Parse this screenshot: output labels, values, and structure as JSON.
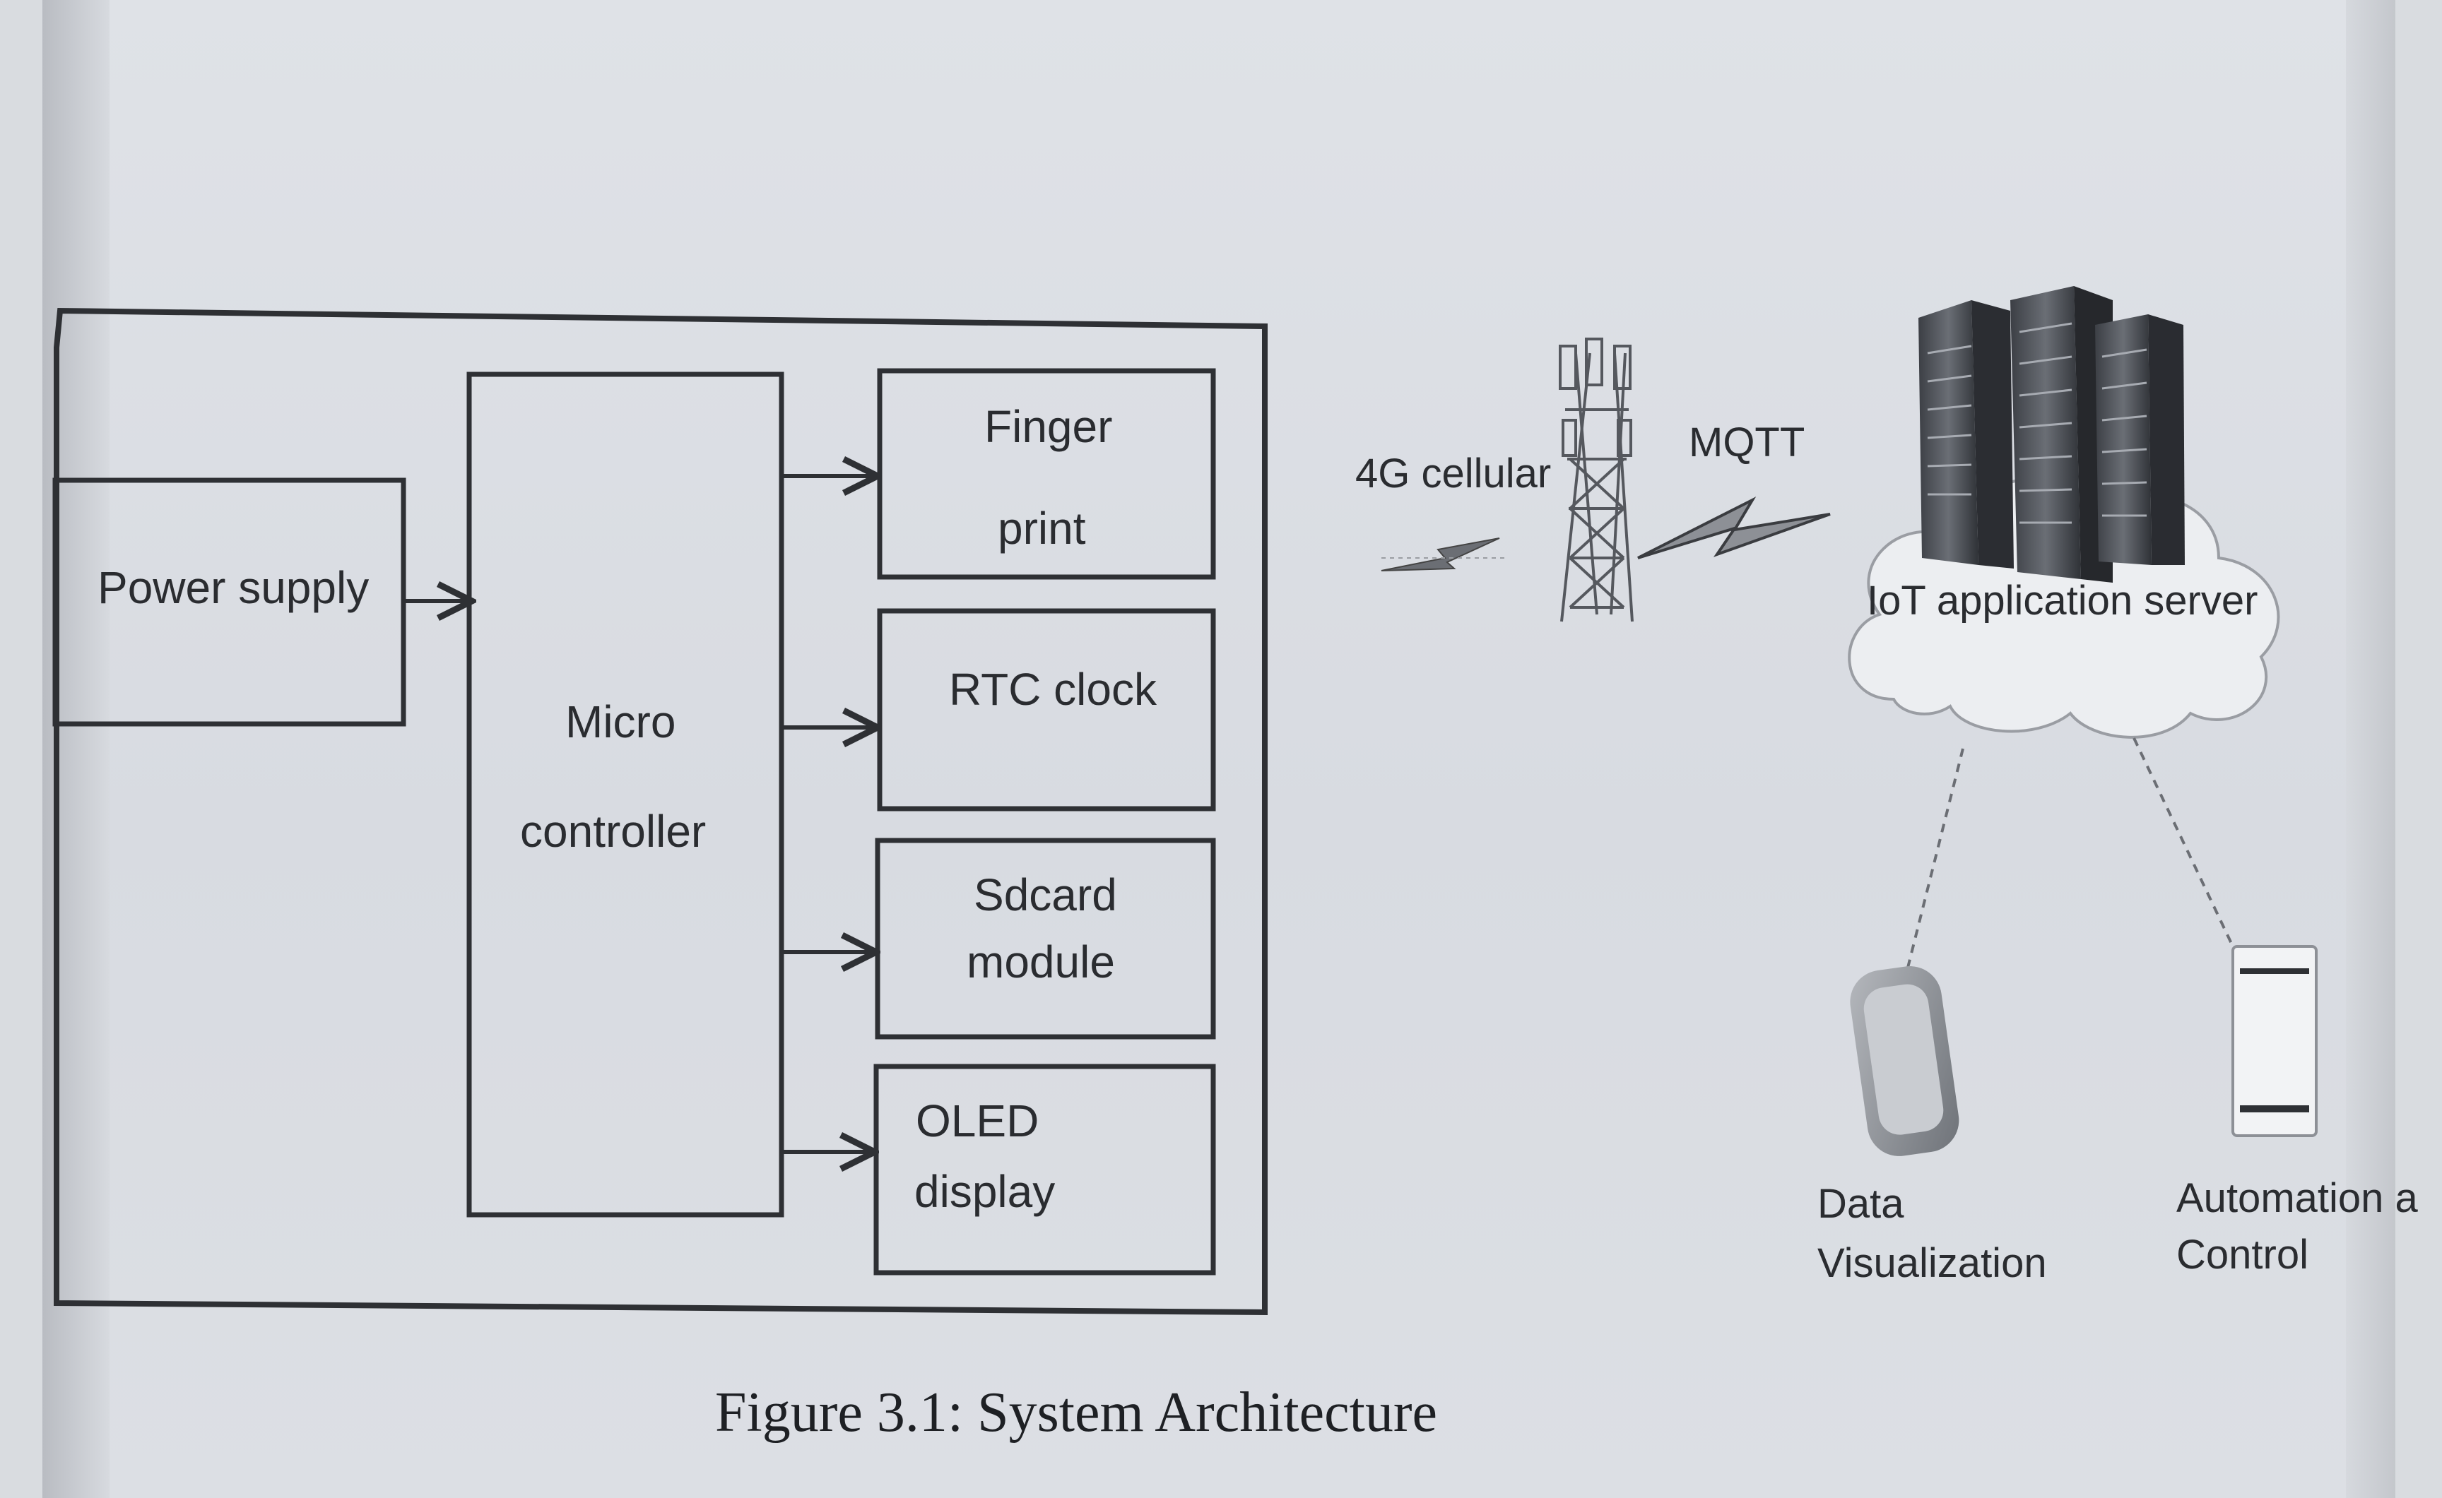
{
  "blocks": {
    "power_supply": "Power supply",
    "microcontroller_line1": "Micro",
    "microcontroller_line2": "controller",
    "fingerprint_line1": "Finger",
    "fingerprint_line2": "print",
    "rtc_clock": "RTC clock",
    "sdcard_line1": "Sdcard",
    "sdcard_line2": "module",
    "oled_line1": "OLED",
    "oled_line2": "display"
  },
  "network": {
    "cellular_label": "4G cellular",
    "mqtt_label": "MQTT",
    "server_label": "IoT application server",
    "data_viz_line1": "Data",
    "data_viz_line2": "Visualization",
    "automation_line1": "Automation a",
    "automation_line2": "Control"
  },
  "caption": "Figure 3.1: System Architecture",
  "icons": [
    "cell-tower-icon",
    "lightning-signal-icon",
    "server-rack-icon",
    "cloud-icon",
    "smartphone-icon",
    "tablet-icon"
  ],
  "colors": {
    "line": "#2e3034",
    "paper": "#dcdfe4",
    "cloud": "#eef0f3"
  }
}
